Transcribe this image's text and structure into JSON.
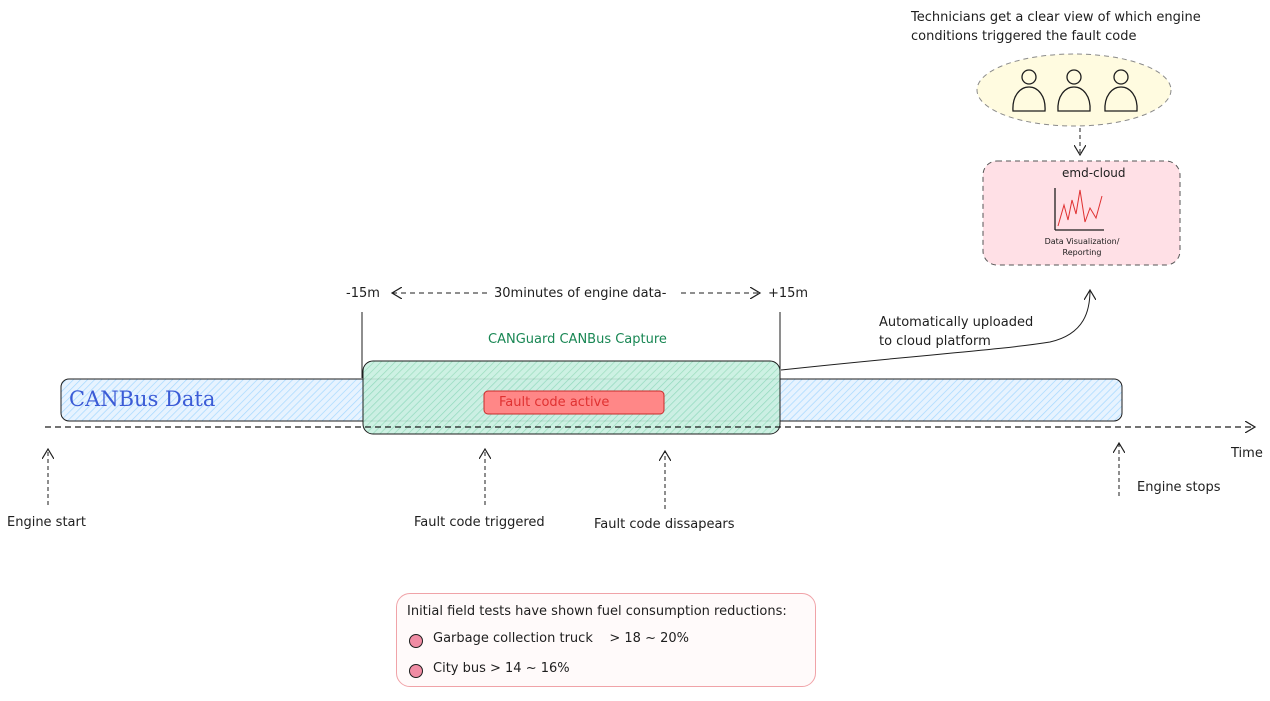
{
  "technicians": {
    "caption": "Technicians get a clear view of which engine\nconditions triggered the fault code"
  },
  "cloud": {
    "title": "emd-cloud",
    "subtitle": "Data Visualization/\nReporting"
  },
  "window": {
    "minus_label": "-15m",
    "plus_label": "+15m",
    "span_label": "30minutes of engine data-"
  },
  "upload": {
    "label": "Automatically uploaded\nto cloud platform"
  },
  "capture": {
    "label": "CANGuard CANBus Capture"
  },
  "canbus": {
    "label": "CANBus Data"
  },
  "fault_box": {
    "label": "Fault code active"
  },
  "timeline": {
    "axis_label": "Time",
    "events": {
      "engine_start": "Engine start",
      "fault_triggered": "Fault code triggered",
      "fault_disappears": "Fault code dissapears",
      "engine_stops": "Engine stops"
    }
  },
  "field_tests": {
    "title": "Initial field tests have shown fuel consumption reductions:",
    "items": [
      "Garbage collection truck    > 18 ~ 20%",
      "City bus > 14 ~ 16%"
    ]
  },
  "colors": {
    "canbus_fill": "#a5d8ff",
    "capture_fill": "#b2f2bb",
    "fault_fill": "#ff8787",
    "cloud_fill": "#ffe0e6",
    "people_fill": "#fffbe0",
    "bullet": "#f08ca4"
  },
  "icons": [
    "person-icon",
    "line-chart-icon",
    "arrow-icon"
  ]
}
